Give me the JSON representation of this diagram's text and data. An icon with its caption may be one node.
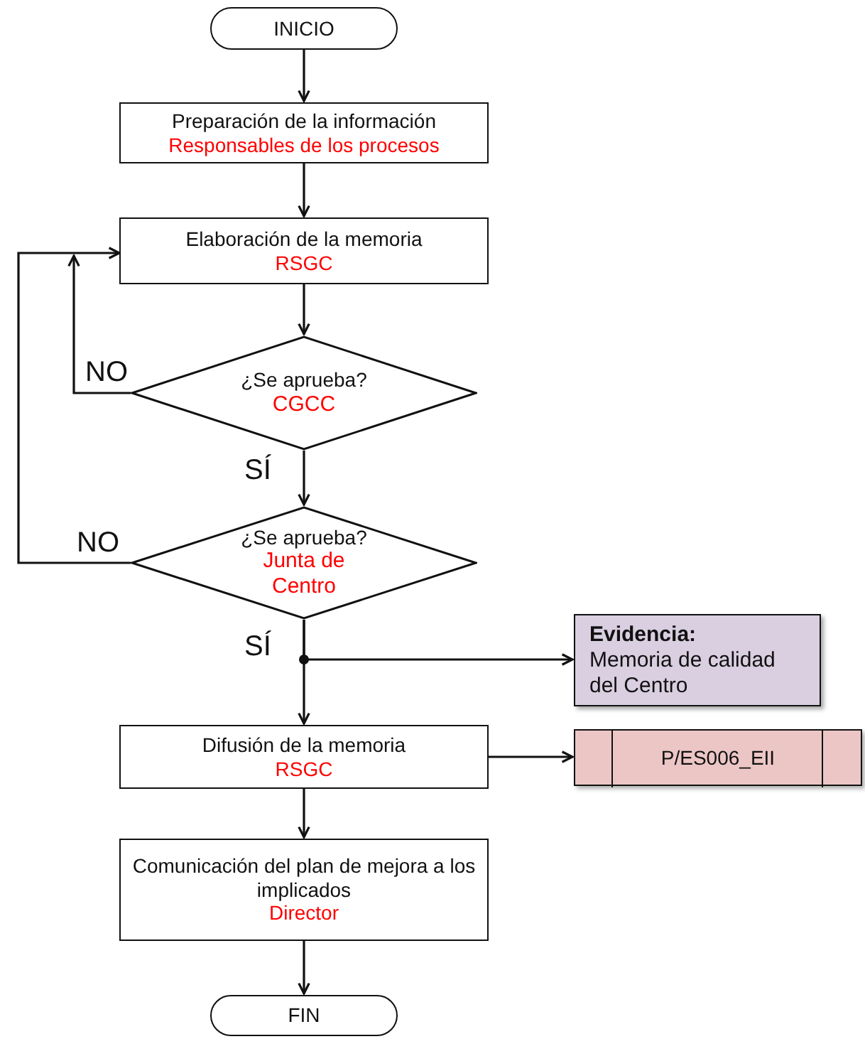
{
  "diagram": {
    "nodes": [
      {
        "text": [
          "INICIO"
        ]
      },
      {
        "text": [
          "Preparación de la información",
          "Responsables de los procesos"
        ]
      },
      {
        "text": [
          "Elaboración de la memoria",
          "RSGC"
        ]
      },
      {
        "text": [
          "¿Se aprueba?",
          "CGCC"
        ]
      },
      {
        "text": [
          "¿Se aprueba?",
          "Junta de Centro"
        ]
      },
      {
        "text": [
          "Evidencia:",
          "Memoria de calidad del Centro"
        ]
      },
      {
        "text": [
          "Difusión de la memoria",
          "RSGC"
        ]
      },
      {
        "text": [
          "P/ES006_EII"
        ]
      },
      {
        "text": [
          "Comunicación del plan de mejora a los implicados",
          "Director"
        ]
      },
      {
        "text": [
          "FIN"
        ]
      }
    ],
    "edges": [
      {
        "from": 0,
        "to": 1,
        "arrow": "to"
      },
      {
        "from": 1,
        "to": 2,
        "arrow": "to"
      },
      {
        "from": 2,
        "to": 3,
        "arrow": "to"
      },
      {
        "from": 3,
        "to": 2,
        "label": "NO",
        "arrow": "to"
      },
      {
        "from": 3,
        "to": 4,
        "label": "SÍ",
        "arrow": "to"
      },
      {
        "from": 4,
        "to": 2,
        "label": "NO",
        "arrow": "to"
      },
      {
        "from": 4,
        "to": 5,
        "arrow": "to"
      },
      {
        "from": 4,
        "to": 6,
        "label": "SÍ",
        "arrow": "to"
      },
      {
        "from": 6,
        "to": 7,
        "arrow": "to"
      },
      {
        "from": 6,
        "to": 8,
        "arrow": "to"
      },
      {
        "from": 8,
        "to": 9,
        "arrow": "to"
      }
    ]
  }
}
